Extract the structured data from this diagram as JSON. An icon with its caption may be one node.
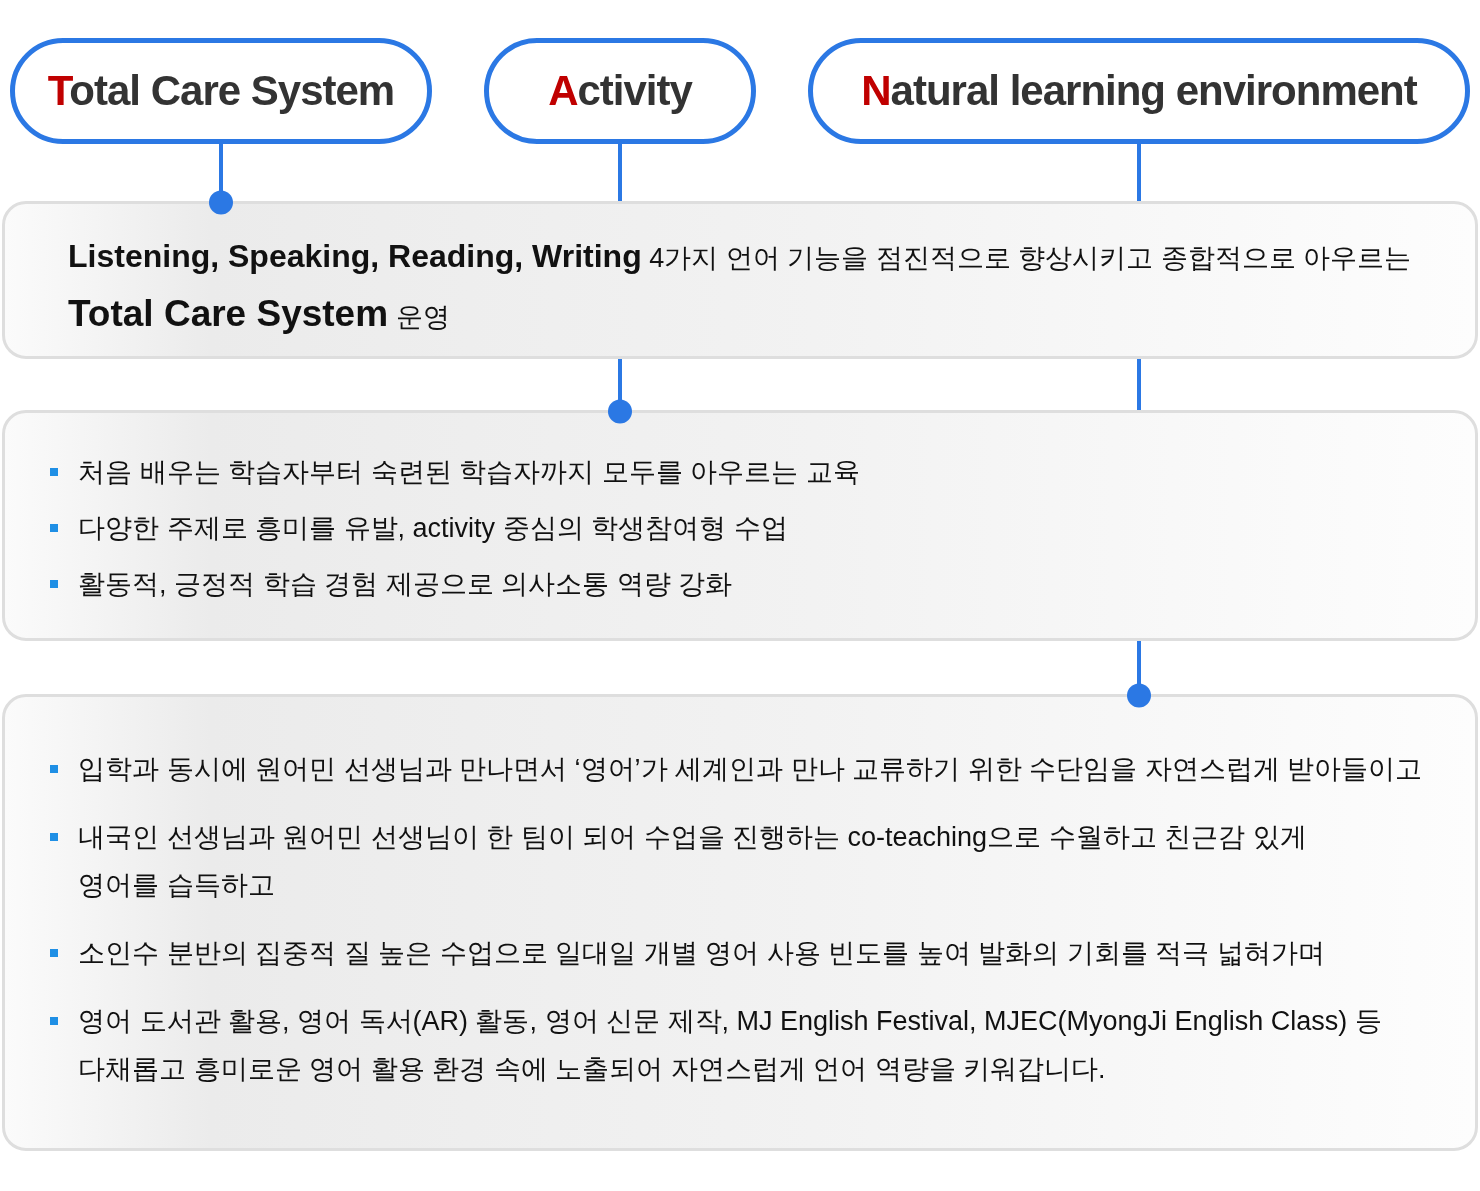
{
  "diagram": {
    "nodes": [
      {
        "text": [
          "Total Care System"
        ]
      },
      {
        "text": [
          "Activity"
        ]
      },
      {
        "text": [
          "Natural learning environment"
        ]
      },
      {
        "text": [
          "**Listening, Speaking, Reading, Writing** 4가지 언어 기능을 점진적으로 향상시키고 종합적으로 아우르는 **Total Care System** 운영"
        ]
      },
      {
        "text": [
          "처음 배우는 학습자부터 숙련된 학습자까지 모두를 아우르는 교육",
          "다양한 주제로 흥미를 유발, activity 중심의 학생참여형 수업",
          "활동적, 긍정적 학습 경험 제공으로 의사소통 역량 강화"
        ]
      },
      {
        "text": [
          "입학과 동시에 원어민 선생님과 만나면서 ‘영어’가 세계인과 만나 교류하기 위한 수단임을 자연스럽게 받아들이고",
          "내국인 선생님과 원어민 선생님이 한 팀이 되어 수업을 진행하는 co-teaching으로 수월하고 친근감 있게 영어를 습득하고",
          "소인수 분반의 집중적 질 높은 수업으로 일대일 개별 영어 사용 빈도를 높여 발화의 기회를 적극 넓혀가며",
          "영어 도서관 활용, 영어 독서(AR) 활동, 영어 신문 제작, MJ English Festival, MJEC(MyongJi English Class) 등 다채롭고 흥미로운 영어 활용 환경 속에 노출되어 자연스럽게 언어 역량을 키워갑니다."
        ]
      }
    ],
    "edges": [
      {
        "from": 0,
        "to": 3,
        "arrow": "other"
      },
      {
        "from": 1,
        "to": 3,
        "arrow": "none"
      },
      {
        "from": 2,
        "to": 3,
        "arrow": "none"
      },
      {
        "from": 3,
        "to": 4,
        "arrow": "other"
      },
      {
        "from": 3,
        "to": 4,
        "arrow": "none"
      },
      {
        "from": 4,
        "to": 5,
        "arrow": "other"
      }
    ]
  }
}
